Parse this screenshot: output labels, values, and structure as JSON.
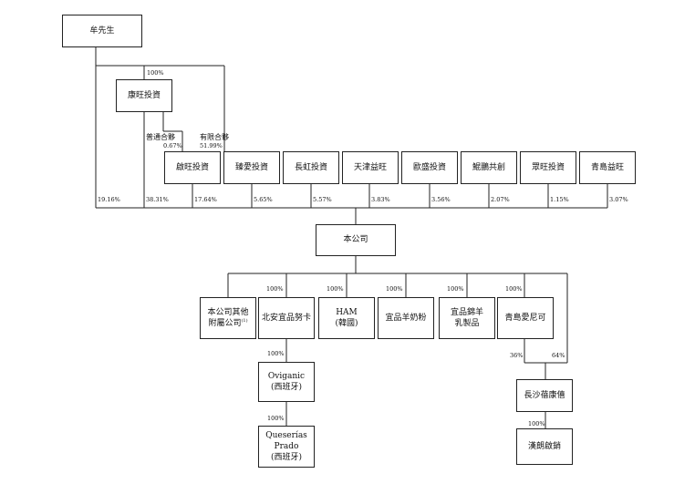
{
  "nodes": {
    "mou": "牟先生",
    "kangwang": "康旺投資",
    "qiwang": "啟旺投資",
    "zhuai": "臻愛投資",
    "changhong": "長虹投資",
    "tianjin": "天津益旺",
    "ousheng": "歐盛投資",
    "kunpeng": "鯤鵬共創",
    "juwang": "眾旺投資",
    "qingdao_yiwang": "青島益旺",
    "company": "本公司",
    "other_subs_line1": "本公司其他",
    "other_subs_line2": "附屬公司",
    "other_subs_note": "(1)",
    "beian": "北安宜品努卡",
    "ham": "HAM",
    "ham_sub": "(韓國)",
    "yipin_milk": "宜品羊奶粉",
    "yipin_dairy_line1": "宜品錦羊",
    "yipin_dairy_line2": "乳製品",
    "qingdao_aini": "青島愛尼可",
    "oviganic": "Oviganic",
    "oviganic_sub": "(西班牙)",
    "queserias_line1": "Queserías",
    "queserias_line2": "Prado",
    "queserias_sub": "(西班牙)",
    "changsha": "長沙蓓康僖",
    "hanyu": "漢朗啟銷"
  },
  "labels": {
    "general_partner": "普通合夥",
    "limited_partner": "有限合夥"
  },
  "percentages": {
    "mou_kangwang": "100%",
    "gp_share": "0.67%",
    "lp_share": "51.99%",
    "mou_direct": "19.16%",
    "kangwang_direct": "38.31%",
    "qiwang": "17.64%",
    "zhuai": "5.65%",
    "changhong": "5.57%",
    "tianjin": "3.83%",
    "ousheng": "3.56%",
    "kunpeng": "2.07%",
    "juwang": "1.15%",
    "qingdao_yiwang": "3.07%",
    "beian": "100%",
    "ham": "100%",
    "yipin_milk": "100%",
    "yipin_dairy": "100%",
    "qingdao_aini": "100%",
    "oviganic": "100%",
    "queserias": "100%",
    "changsha_from_aini": "36%",
    "changsha_from_company": "64%",
    "hanyu": "100%"
  }
}
